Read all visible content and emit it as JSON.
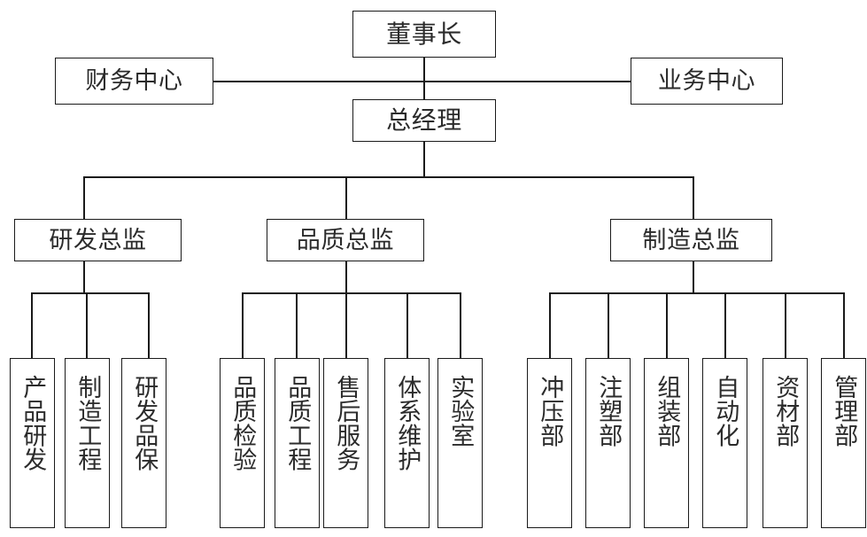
{
  "chart": {
    "type": "organization-chart",
    "title": "",
    "orientation": "top-down",
    "line_color": "#1a1a1a",
    "box_border_color": "#1a1a1a",
    "box_fill_color": "#ffffff",
    "text_color": "#2b2b2b"
  },
  "nodes": {
    "chairman": {
      "label": "董事长",
      "level": 0
    },
    "finance_center": {
      "label": "财务中心",
      "level": 1
    },
    "business_center": {
      "label": "业务中心",
      "level": 1
    },
    "general_manager": {
      "label": "总经理",
      "level": 1
    },
    "rd_director": {
      "label": "研发总监",
      "level": 2
    },
    "quality_director": {
      "label": "品质总监",
      "level": 2
    },
    "manufacturing_director": {
      "label": "制造总监",
      "level": 2
    }
  },
  "departments": {
    "rd": [
      {
        "label": "产品研发"
      },
      {
        "label": "制造工程"
      },
      {
        "label": "研发品保"
      }
    ],
    "quality": [
      {
        "label": "品质检验"
      },
      {
        "label": "品质工程"
      },
      {
        "label": "售后服务"
      },
      {
        "label": "体系维护"
      },
      {
        "label": "实验室"
      }
    ],
    "manufacturing": [
      {
        "label": "冲压部"
      },
      {
        "label": "注塑部"
      },
      {
        "label": "组装部"
      },
      {
        "label": "自动化"
      },
      {
        "label": "资材部"
      },
      {
        "label": "管理部"
      }
    ]
  }
}
